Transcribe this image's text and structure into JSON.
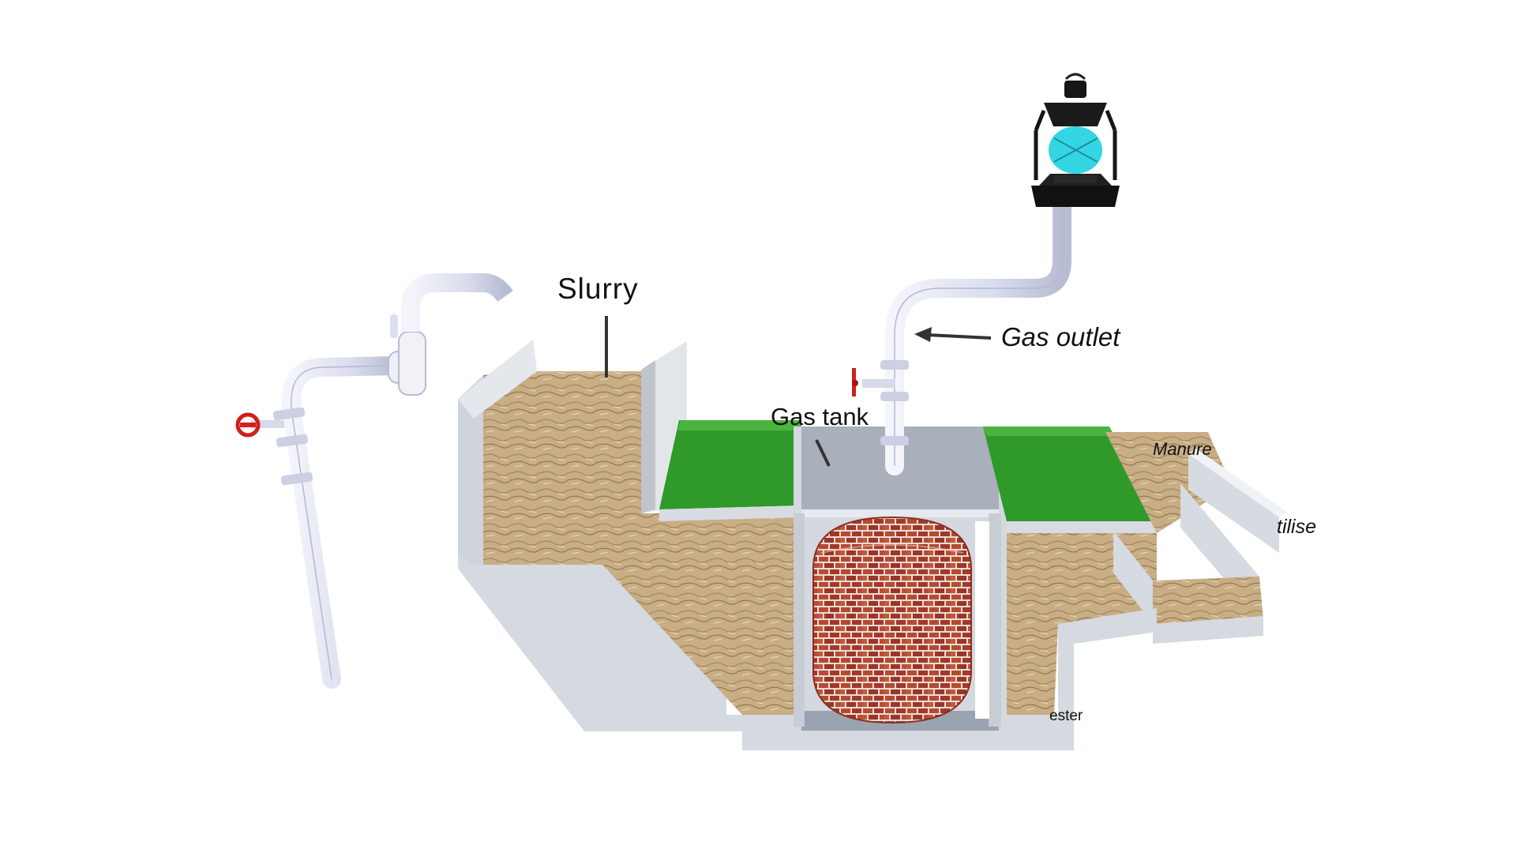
{
  "labels": {
    "slurry": "Slurry",
    "gas_outlet": "Gas outlet",
    "gas_tank": "Gas tank",
    "manure": "Manure",
    "fertilise": "tilise",
    "digester": "ester"
  },
  "icons": {
    "lamp": "kerosene-lantern-icon",
    "valve": "valve-handwheel-icon",
    "tap": "water-tap-icon"
  },
  "colors": {
    "pipe": "#dde1f2",
    "concrete": "#c9ced6",
    "grass": "#2f9a2a",
    "soil": "#c9b08a",
    "brick": "#b4472e",
    "tank_floor": "#9aa3b0",
    "valve": "#d21e1e",
    "lamp_body": "#151515",
    "lamp_glass": "#35d6e4"
  }
}
